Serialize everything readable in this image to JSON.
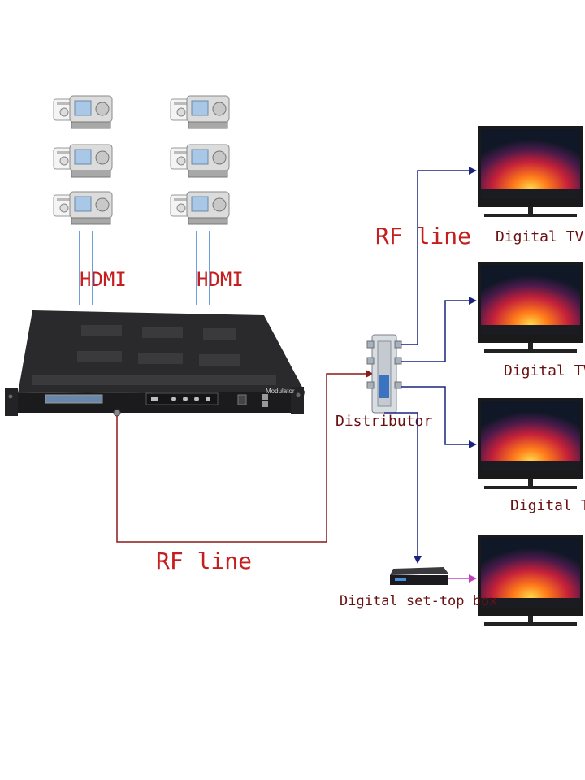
{
  "labels": {
    "hdmi_left": "HDMI",
    "hdmi_right": "HDMI",
    "rf_line_top": "RF line",
    "rf_line_bottom": "RF line",
    "distributor": "Distributor",
    "tv_1": "Digital TV",
    "tv_2": "Digital TV",
    "tv_3": "Digital TV",
    "set_top_box": "Digital set-top box",
    "modulator_panel": "Modulator"
  },
  "colors": {
    "hdmi_cable": "#3a7fd6",
    "rf_cable": "#8b1a1a",
    "tv_feed": "#1a237e",
    "stb_output": "#c040c0",
    "label_red": "#c41e1e"
  },
  "icons": {
    "source_device": "satellite-receiver-icon",
    "modulator": "rack-modulator-icon",
    "distributor": "rf-splitter-icon",
    "tv": "flat-tv-icon",
    "set_top_box": "set-top-box-icon"
  }
}
